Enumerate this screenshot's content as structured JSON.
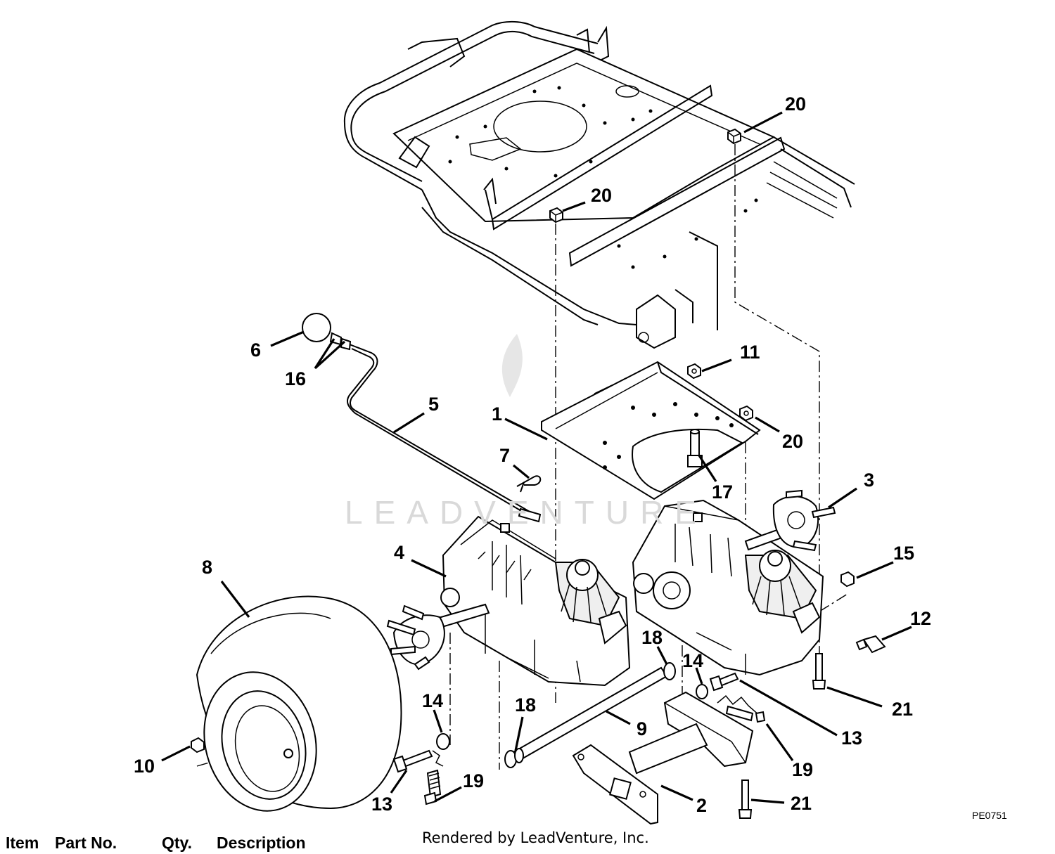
{
  "diagram": {
    "drawing_id": "PE0751",
    "credit": "Rendered by LeadVenture, Inc.",
    "watermark": "LEADVENTURE",
    "callouts": [
      {
        "id": "c20a",
        "text": "20"
      },
      {
        "id": "c20b",
        "text": "20"
      },
      {
        "id": "c6",
        "text": "6"
      },
      {
        "id": "c16",
        "text": "16"
      },
      {
        "id": "c11",
        "text": "11"
      },
      {
        "id": "c5",
        "text": "5"
      },
      {
        "id": "c1",
        "text": "1"
      },
      {
        "id": "c20c",
        "text": "20"
      },
      {
        "id": "c7",
        "text": "7"
      },
      {
        "id": "c17",
        "text": "17"
      },
      {
        "id": "c3",
        "text": "3"
      },
      {
        "id": "c4",
        "text": "4"
      },
      {
        "id": "c15",
        "text": "15"
      },
      {
        "id": "c8",
        "text": "8"
      },
      {
        "id": "c12",
        "text": "12"
      },
      {
        "id": "c18a",
        "text": "18"
      },
      {
        "id": "c14a",
        "text": "14"
      },
      {
        "id": "c21a",
        "text": "21"
      },
      {
        "id": "c14b",
        "text": "14"
      },
      {
        "id": "c18b",
        "text": "18"
      },
      {
        "id": "c9",
        "text": "9"
      },
      {
        "id": "c13a",
        "text": "13"
      },
      {
        "id": "c19a",
        "text": "19"
      },
      {
        "id": "c10",
        "text": "10"
      },
      {
        "id": "c13b",
        "text": "13"
      },
      {
        "id": "c19b",
        "text": "19"
      },
      {
        "id": "c2",
        "text": "2"
      },
      {
        "id": "c21b",
        "text": "21"
      }
    ]
  },
  "legend": {
    "item": "Item",
    "part_no": "Part No.",
    "qty": "Qty.",
    "description": "Description"
  }
}
